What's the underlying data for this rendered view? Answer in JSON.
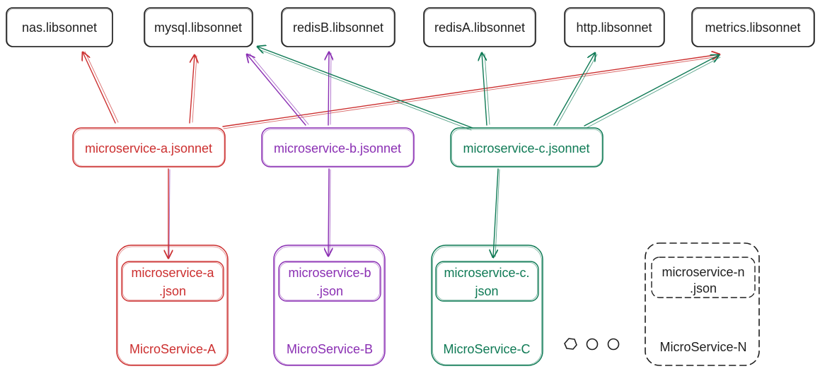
{
  "colors": {
    "black": "#1e1e1e",
    "red": "#cc2f2f",
    "purple": "#8a2fb3",
    "green": "#0f7a55"
  },
  "libs": {
    "nas": "nas.libsonnet",
    "mysql": "mysql.libsonnet",
    "redisB": "redisB.libsonnet",
    "redisA": "redisA.libsonnet",
    "http": "http.libsonnet",
    "metrics": "metrics.libsonnet"
  },
  "sources": {
    "a": "microservice-a.jsonnet",
    "b": "microservice-b.jsonnet",
    "c": "microservice-c.jsonnet"
  },
  "services": {
    "a": {
      "json_line1": "microservice-a",
      "json_line2": ".json",
      "name": "MicroService-A"
    },
    "b": {
      "json_line1": "microservice-b",
      "json_line2": ".json",
      "name": "MicroService-B"
    },
    "c": {
      "json_line1": "microservice-c.",
      "json_line2": "json",
      "name": "MicroService-C"
    },
    "n": {
      "json_line1": "microservice-n",
      "json_line2": ".json",
      "name": "MicroService-N"
    }
  },
  "ellipsis_icon": "three-circles-ellipsis"
}
